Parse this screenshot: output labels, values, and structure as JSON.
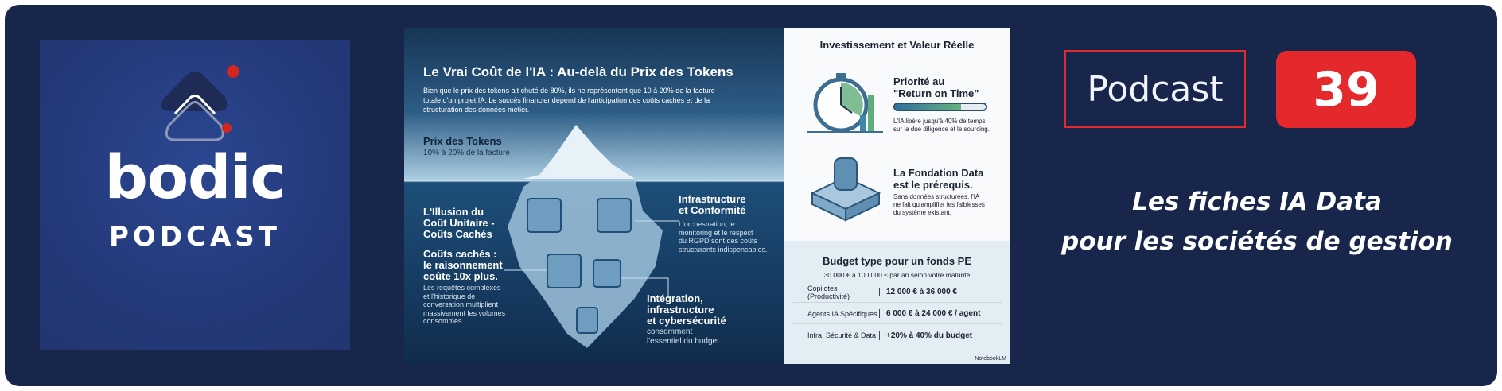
{
  "colors": {
    "background": "#17264a",
    "accent_red": "#e5282b",
    "logo_blue": "#2b4791"
  },
  "logo": {
    "brand": "bodic",
    "tagline": "PODCAST"
  },
  "infographic": {
    "title": "Le Vrai Coût de l'IA : Au-delà du Prix des Tokens",
    "intro": [
      "Bien que le prix des tokens ait chuté de 80%, ils ne représentent que 10 à 20% de la facture",
      "totale d'un projet IA. Le succès financier dépend de l'anticipation des coûts cachés et de la",
      "structuration des données métier."
    ],
    "tip_title": "Prix des Tokens",
    "tip_sub": "10% à 20% de la facture",
    "illusion": [
      "L'Illusion du",
      "Coût Unitaire -",
      "Coûts Cachés"
    ],
    "hidden_title": [
      "Coûts cachés :",
      "le raisonnement",
      "coûte 10x plus."
    ],
    "hidden_desc": [
      "Les requêtes complexes",
      "et l'historique de",
      "conversation multiplient",
      "massivement les volumes",
      "consommés."
    ],
    "infra_title": [
      "Infrastructure",
      "et Conformité"
    ],
    "infra_desc": [
      "L'orchestration, le",
      "monitoring et le respect",
      "du RGPD sont des coûts",
      "structurants indispensables."
    ],
    "integ_title": [
      "Intégration,",
      "infrastructure",
      "et cybersécurité"
    ],
    "integ_desc": [
      "consomment",
      "l'essentiel du budget."
    ],
    "right_title": "Investissement et Valeur Réelle",
    "rot_title": [
      "Priorité au",
      "\"Return on Time\""
    ],
    "rot_progress_pct": 73,
    "rot_desc": [
      "L'IA libère jusqu'à 40% de temps",
      "sur la due diligence et le sourcing."
    ],
    "data_title": [
      "La Fondation Data",
      "est le prérequis."
    ],
    "data_desc": [
      "Sans données structurées, l'IA",
      "ne fait qu'amplifier les faiblesses",
      "du système existant."
    ],
    "budget_title": "Budget type pour un fonds PE",
    "budget_sub": "30 000 € à 100 000 € par an selon votre maturité",
    "budget_rows": [
      {
        "icon": "person-icon",
        "label": "Copilotes (Productivité)",
        "value": "12 000 € à 36 000 €"
      },
      {
        "icon": "ai-head-icon",
        "label": "Agents IA Spécifiques",
        "value": "6 000 € à 24 000 € / agent"
      },
      {
        "icon": "database-shield-icon",
        "label": "Infra, Sécurité & Data",
        "value": "+20% à 40% du budget"
      }
    ],
    "credit": "NotebookLM"
  },
  "badge": {
    "label": "Podcast",
    "number": "39"
  },
  "subtitle": [
    "Les fiches IA Data",
    "pour les sociétés de gestion"
  ]
}
